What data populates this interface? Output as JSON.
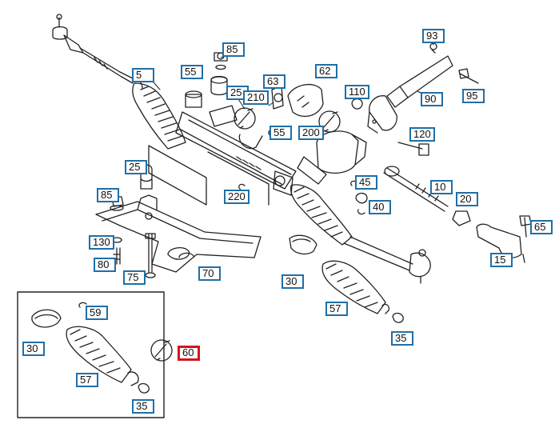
{
  "diagram": {
    "labels": [
      {
        "id": "l93",
        "text": "93"
      },
      {
        "id": "l85a",
        "text": "85"
      },
      {
        "id": "l5",
        "text": "5"
      },
      {
        "id": "l55a",
        "text": "55"
      },
      {
        "id": "l62",
        "text": "62"
      },
      {
        "id": "l63",
        "text": "63"
      },
      {
        "id": "l25a",
        "text": "25"
      },
      {
        "id": "l210",
        "text": "210"
      },
      {
        "id": "l110",
        "text": "110"
      },
      {
        "id": "l90",
        "text": "90"
      },
      {
        "id": "l95",
        "text": "95"
      },
      {
        "id": "l55b",
        "text": "55"
      },
      {
        "id": "l200",
        "text": "200"
      },
      {
        "id": "l120",
        "text": "120"
      },
      {
        "id": "l25b",
        "text": "25"
      },
      {
        "id": "l85b",
        "text": "85"
      },
      {
        "id": "l220",
        "text": "220"
      },
      {
        "id": "l45",
        "text": "45"
      },
      {
        "id": "l10",
        "text": "10"
      },
      {
        "id": "l20",
        "text": "20"
      },
      {
        "id": "l40",
        "text": "40"
      },
      {
        "id": "l65",
        "text": "65"
      },
      {
        "id": "l130",
        "text": "130"
      },
      {
        "id": "l15",
        "text": "15"
      },
      {
        "id": "l80",
        "text": "80"
      },
      {
        "id": "l70",
        "text": "70"
      },
      {
        "id": "l75",
        "text": "75"
      },
      {
        "id": "l30a",
        "text": "30"
      },
      {
        "id": "l57a",
        "text": "57"
      },
      {
        "id": "l59",
        "text": "59"
      },
      {
        "id": "l35a",
        "text": "35"
      },
      {
        "id": "l30b",
        "text": "30"
      },
      {
        "id": "l60",
        "text": "60"
      },
      {
        "id": "l57b",
        "text": "57"
      },
      {
        "id": "l35b",
        "text": "35"
      }
    ],
    "highlight_color": "#d4141c",
    "label_border_color": "#1f6fa8"
  }
}
